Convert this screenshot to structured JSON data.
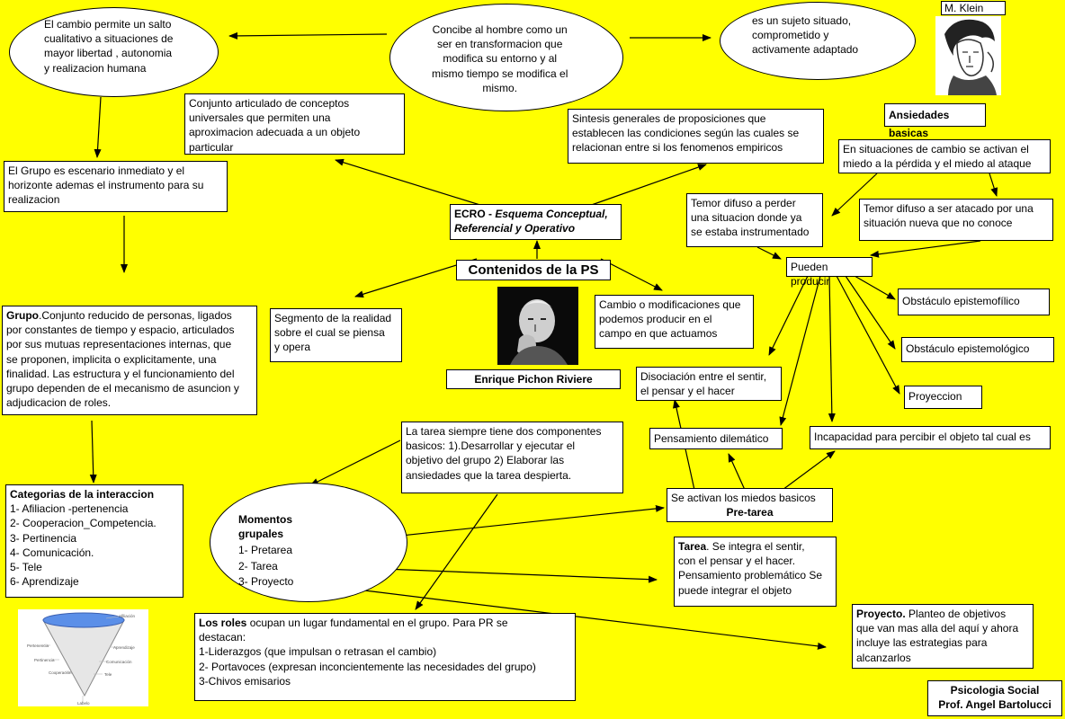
{
  "ellipses": {
    "cambio": "El cambio permite un salto\ncualitativo a situaciones de\nmayor libertad , autonomia\ny realizacion humana",
    "hombre": "Concibe al hombre como un\nser en transformacion que\nmodifica su entorno y al\nmismo tiempo se modifica el\nmismo.",
    "sujeto": "es un sujeto situado,\ncomprometido y\nactivamente adaptado"
  },
  "klein": {
    "label": "M. Klein",
    "ansiedades": "Ansiedades basicas"
  },
  "boxes": {
    "conjunto": "Conjunto articulado de conceptos\nuniversales que permiten una\naproximacion adecuada a un objeto\nparticular",
    "sintesis": "Sintesis generales de proposiciones que\nestablecen las condiciones según las cuales se\nrelacionan entre si los fenomenos empiricos",
    "escenario": "El Grupo es escenario inmediato y el\nhorizonte ademas el instrumento para su\nrealizacion",
    "situaciones_cambio": "En situaciones de cambio se activan el\nmiedo a la pérdida y el miedo al ataque",
    "temor_perder": "Temor difuso a perder\nuna situacion donde ya\nse estaba instrumentado",
    "temor_atacado": "Temor difuso a ser atacado por una\nsituación nueva que no conoce",
    "ecro_lead": "ECRO - ",
    "ecro_def": "Esquema Conceptual,\nReferencial y Operativo",
    "contenidos": "Contenidos de la PS",
    "pueden": "Pueden producir",
    "obst_filico": "Obstáculo epistemofílico",
    "obst_logico": "Obstáculo epistemológico",
    "proyeccion": "Proyeccion",
    "grupo_lead": "Grupo",
    "grupo_text": ".Conjunto reducido de personas, ligados\npor constantes de tiempo y espacio, articulados\npor sus mutuas representaciones internas, que\nse proponen, implicita o explicitamente, una\nfinalidad. Las estructura y el funcionamiento del\ngrupo dependen de el mecanismo de asuncion y\nadjudicacion de roles.",
    "segmento": "Segmento de la realidad\nsobre el cual se piensa\ny  opera",
    "cambio_mod": "Cambio o modificaciones que\npodemos producir en el\ncampo en que actuamos",
    "pichon": "Enrique Pichon Riviere",
    "disociacion": "Disociación entre el sentir,\nel pensar y el hacer",
    "pens_dilematico": "Pensamiento dilemático",
    "incapacidad": "Incapacidad para percibir el objeto tal cual es",
    "tarea_comp": "La tarea siempre tiene dos componentes\nbasicos: 1).Desarrollar y ejecutar el\nobjetivo del grupo 2) Elaborar las\nansiedades que la tarea despierta.",
    "miedos": "Se activan los miedos basicos",
    "pretarea": "Pre-tarea",
    "categorias_title": "Categorias de la interaccion",
    "categorias_items": "1- Afiliacion -pertenencia\n2- Cooperacion_Competencia.\n3- Pertinencia\n4- Comunicación.\n5- Tele\n6- Aprendizaje",
    "tarea_lead": "Tarea",
    "tarea_text": ". Se integra el sentir,\ncon el pensar y el hacer.\nPensamiento problemático Se\npuede integrar el objeto",
    "roles_lead": "Los roles",
    "roles_text": " ocupan un lugar fundamental en el grupo. Para PR se\ndestacan:\n1-Liderazgos (que impulsan o retrasan el cambio)\n2- Portavoces (expresan inconcientemente las necesidades del grupo)\n3-Chivos emisarios",
    "proyecto_lead": "Proyecto.",
    "proyecto_text": " Planteo de objetivos\nque van mas alla del aquí y ahora\nincluye las estrategias para\nalcanzarlos",
    "footer_1": "Psicologia Social",
    "footer_2": "Prof. Angel Bartolucci"
  },
  "momentos": {
    "title": "Momentos\ngrupales",
    "items": [
      "1- Pretarea",
      "2- Tarea",
      "3- Proyecto"
    ]
  },
  "cone_labels": [
    "Afiliación",
    "Pertenencia",
    "Aprendizaje",
    "Pertinencia",
    "Comunicación",
    "Cooperación",
    "Tele",
    "Labelo"
  ],
  "colors": {
    "background": "#ffff00",
    "cone_fill": "#5b8fe8"
  }
}
